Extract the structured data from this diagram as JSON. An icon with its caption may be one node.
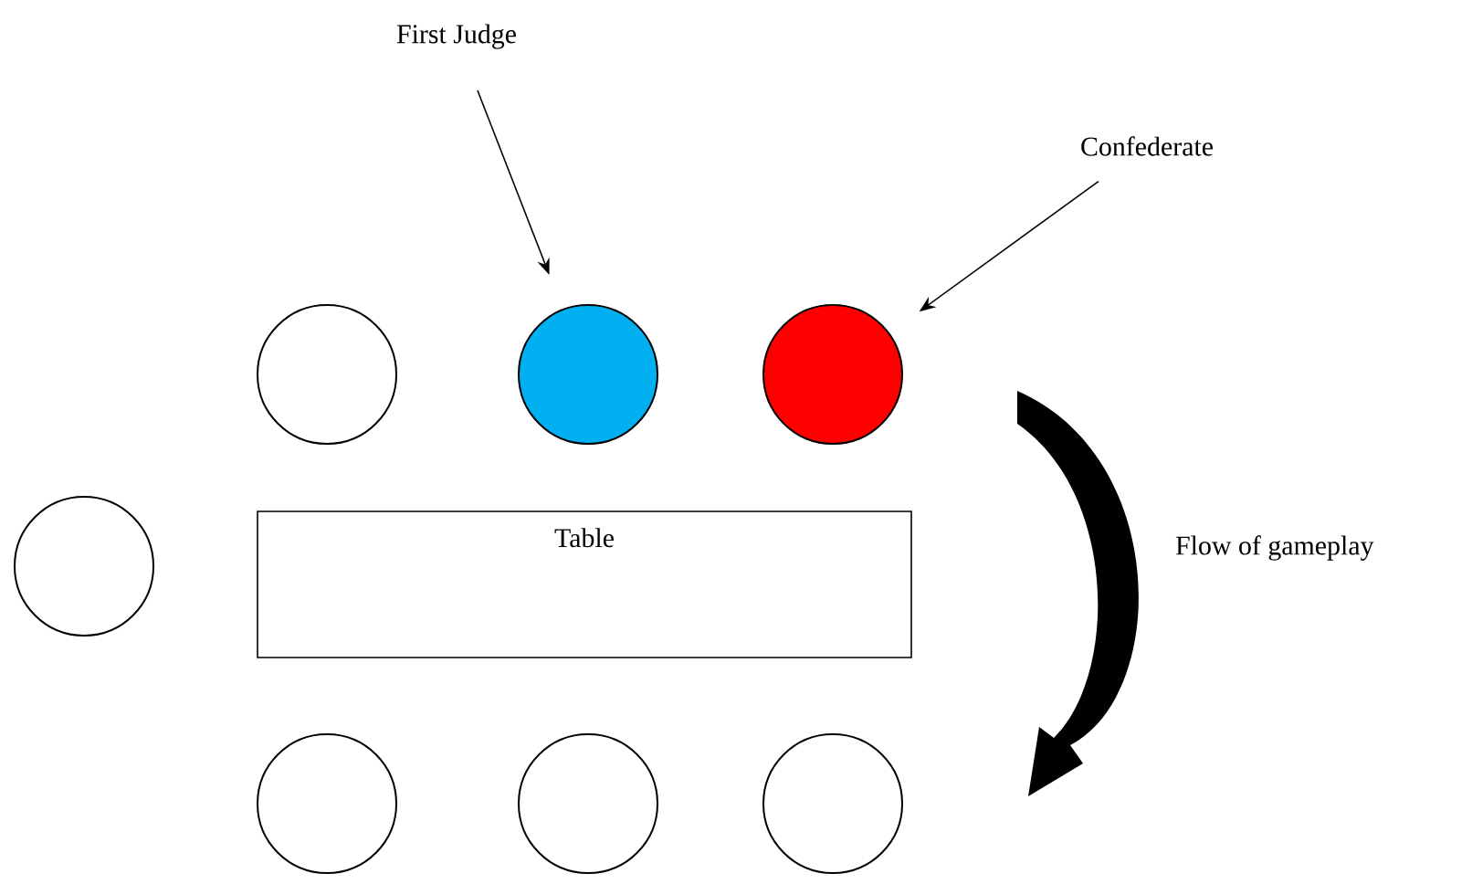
{
  "diagram": {
    "nodes": [
      {
        "text": [
          "First Judge"
        ]
      },
      {
        "text": [
          "Confederate"
        ]
      },
      {
        "text": [],
        "shape": "circle"
      },
      {
        "text": [],
        "shape": "circle"
      },
      {
        "text": [],
        "shape": "circle"
      },
      {
        "text": [],
        "shape": "circle"
      },
      {
        "text": [
          "Table"
        ]
      },
      {
        "text": [],
        "shape": "circle"
      },
      {
        "text": [],
        "shape": "circle"
      },
      {
        "text": [],
        "shape": "circle"
      }
    ],
    "edges": [
      {
        "from": 0,
        "to": 3,
        "arrow": "to"
      },
      {
        "from": 1,
        "to": 4,
        "arrow": "to"
      }
    ],
    "labels": [
      "Flow of gameplay"
    ]
  }
}
